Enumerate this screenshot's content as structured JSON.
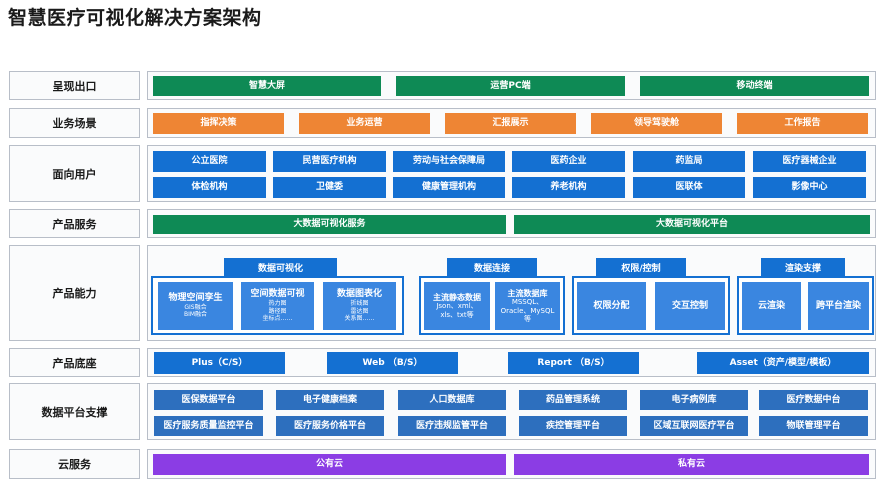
{
  "title": "智慧医疗可视化解决方案架构",
  "layers": {
    "presentation": {
      "label": "呈现出口",
      "items": [
        "智慧大屏",
        "运营PC端",
        "移动终端"
      ]
    },
    "scenarios": {
      "label": "业务场景",
      "items": [
        "指挥决策",
        "业务运营",
        "汇报展示",
        "领导驾驶舱",
        "工作报告"
      ]
    },
    "users": {
      "label": "面向用户",
      "items": [
        "公立医院",
        "民营医疗机构",
        "劳动与社会保障局",
        "医药企业",
        "药监局",
        "医疗器械企业",
        "体检机构",
        "卫健委",
        "健康管理机构",
        "养老机构",
        "医联体",
        "影像中心"
      ]
    },
    "services": {
      "label": "产品服务",
      "items": [
        "大数据可视化服务",
        "大数据可视化平台"
      ]
    },
    "capability": {
      "label": "产品能力",
      "viz": {
        "caption": "数据可视化",
        "items": [
          {
            "title": "物理空间孪生",
            "sub": [
              "GIS融合",
              "BIM融合"
            ]
          },
          {
            "title": "空间数据可视",
            "sub": [
              "热力图",
              "路径图",
              "坐标点……"
            ]
          },
          {
            "title": "数据图表化",
            "sub": [
              "折线图",
              "雷达图",
              "关系图……"
            ]
          }
        ]
      },
      "conn": {
        "caption": "数据连接",
        "items": [
          {
            "title": "主流静态数据",
            "sub": [
              "Json、xml、",
              "xls、txt等"
            ]
          },
          {
            "title": "主流数据库",
            "sub": [
              "MSSQL、",
              "Oracle、MySQL",
              "等"
            ]
          }
        ]
      },
      "auth": {
        "caption": "权限/控制",
        "items": [
          "权限分配",
          "交互控制"
        ]
      },
      "render": {
        "caption": "渲染支撑",
        "items": [
          "云渲染",
          "跨平台渲染"
        ]
      }
    },
    "base": {
      "label": "产品底座",
      "items": [
        "Plus（C/S）",
        "Web （B/S）",
        "Report （B/S）",
        "Asset（资产/模型/模板）"
      ]
    },
    "data_platform": {
      "label": "数据平台支撑",
      "items": [
        "医保数据平台",
        "电子健康档案",
        "人口数据库",
        "药品管理系统",
        "电子病例库",
        "医疗数据中台",
        "医疗服务质量监控平台",
        "医疗服务价格平台",
        "医疗违规监管平台",
        "疾控管理平台",
        "区域互联网医疗平台",
        "物联管理平台"
      ]
    },
    "cloud": {
      "label": "云服务",
      "items": [
        "公有云",
        "私有云"
      ]
    }
  }
}
